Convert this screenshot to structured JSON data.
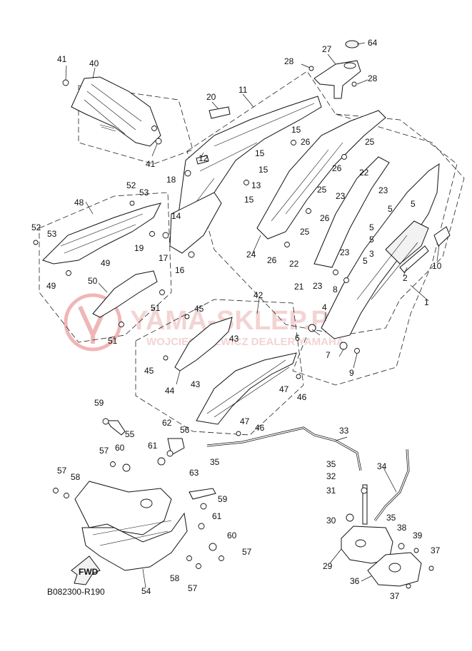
{
  "diagram_code": "B082300-R190",
  "direction_label": "FWD",
  "watermark": {
    "site": "YAMA-SKLEP.PL",
    "dealer": "WOJCIECH LEWICZ DEALER YAMAHA",
    "color": "#e06060"
  },
  "callouts": [
    {
      "id": "c1",
      "label": "1"
    },
    {
      "id": "c2",
      "label": "2"
    },
    {
      "id": "c3",
      "label": "3"
    },
    {
      "id": "c4",
      "label": "4"
    },
    {
      "id": "c5a",
      "label": "5"
    },
    {
      "id": "c5b",
      "label": "5"
    },
    {
      "id": "c5c",
      "label": "5"
    },
    {
      "id": "c5d",
      "label": "5"
    },
    {
      "id": "c5e",
      "label": "5"
    },
    {
      "id": "c6",
      "label": "6"
    },
    {
      "id": "c7",
      "label": "7"
    },
    {
      "id": "c8",
      "label": "8"
    },
    {
      "id": "c9",
      "label": "9"
    },
    {
      "id": "c10",
      "label": "10"
    },
    {
      "id": "c11",
      "label": "11"
    },
    {
      "id": "c12",
      "label": "12"
    },
    {
      "id": "c13",
      "label": "13"
    },
    {
      "id": "c14",
      "label": "14"
    },
    {
      "id": "c15a",
      "label": "15"
    },
    {
      "id": "c15b",
      "label": "15"
    },
    {
      "id": "c15c",
      "label": "15"
    },
    {
      "id": "c15d",
      "label": "15"
    },
    {
      "id": "c16",
      "label": "16"
    },
    {
      "id": "c17",
      "label": "17"
    },
    {
      "id": "c18",
      "label": "18"
    },
    {
      "id": "c19",
      "label": "19"
    },
    {
      "id": "c20",
      "label": "20"
    },
    {
      "id": "c21",
      "label": "21"
    },
    {
      "id": "c22a",
      "label": "22"
    },
    {
      "id": "c22b",
      "label": "22"
    },
    {
      "id": "c23a",
      "label": "23"
    },
    {
      "id": "c23b",
      "label": "23"
    },
    {
      "id": "c23c",
      "label": "23"
    },
    {
      "id": "c23d",
      "label": "23"
    },
    {
      "id": "c24",
      "label": "24"
    },
    {
      "id": "c25a",
      "label": "25"
    },
    {
      "id": "c25b",
      "label": "25"
    },
    {
      "id": "c25c",
      "label": "25"
    },
    {
      "id": "c26a",
      "label": "26"
    },
    {
      "id": "c26b",
      "label": "26"
    },
    {
      "id": "c26c",
      "label": "26"
    },
    {
      "id": "c26d",
      "label": "26"
    },
    {
      "id": "c27",
      "label": "27"
    },
    {
      "id": "c28a",
      "label": "28"
    },
    {
      "id": "c28b",
      "label": "28"
    },
    {
      "id": "c29",
      "label": "29"
    },
    {
      "id": "c30",
      "label": "30"
    },
    {
      "id": "c31",
      "label": "31"
    },
    {
      "id": "c32",
      "label": "32"
    },
    {
      "id": "c33",
      "label": "33"
    },
    {
      "id": "c34",
      "label": "34"
    },
    {
      "id": "c35a",
      "label": "35"
    },
    {
      "id": "c35b",
      "label": "35"
    },
    {
      "id": "c35c",
      "label": "35"
    },
    {
      "id": "c36",
      "label": "36"
    },
    {
      "id": "c37a",
      "label": "37"
    },
    {
      "id": "c37b",
      "label": "37"
    },
    {
      "id": "c38",
      "label": "38"
    },
    {
      "id": "c39",
      "label": "39"
    },
    {
      "id": "c40",
      "label": "40"
    },
    {
      "id": "c41a",
      "label": "41"
    },
    {
      "id": "c41b",
      "label": "41"
    },
    {
      "id": "c42",
      "label": "42"
    },
    {
      "id": "c43a",
      "label": "43"
    },
    {
      "id": "c43b",
      "label": "43"
    },
    {
      "id": "c44",
      "label": "44"
    },
    {
      "id": "c45a",
      "label": "45"
    },
    {
      "id": "c45b",
      "label": "45"
    },
    {
      "id": "c46a",
      "label": "46"
    },
    {
      "id": "c46b",
      "label": "46"
    },
    {
      "id": "c47a",
      "label": "47"
    },
    {
      "id": "c47b",
      "label": "47"
    },
    {
      "id": "c48",
      "label": "48"
    },
    {
      "id": "c49a",
      "label": "49"
    },
    {
      "id": "c49b",
      "label": "49"
    },
    {
      "id": "c50",
      "label": "50"
    },
    {
      "id": "c51a",
      "label": "51"
    },
    {
      "id": "c51b",
      "label": "51"
    },
    {
      "id": "c52a",
      "label": "52"
    },
    {
      "id": "c52b",
      "label": "52"
    },
    {
      "id": "c53a",
      "label": "53"
    },
    {
      "id": "c53b",
      "label": "53"
    },
    {
      "id": "c54",
      "label": "54"
    },
    {
      "id": "c55",
      "label": "55"
    },
    {
      "id": "c56",
      "label": "56"
    },
    {
      "id": "c57a",
      "label": "57"
    },
    {
      "id": "c57b",
      "label": "57"
    },
    {
      "id": "c57c",
      "label": "57"
    },
    {
      "id": "c57d",
      "label": "57"
    },
    {
      "id": "c58a",
      "label": "58"
    },
    {
      "id": "c58b",
      "label": "58"
    },
    {
      "id": "c59a",
      "label": "59"
    },
    {
      "id": "c59b",
      "label": "59"
    },
    {
      "id": "c60a",
      "label": "60"
    },
    {
      "id": "c60b",
      "label": "60"
    },
    {
      "id": "c61a",
      "label": "61"
    },
    {
      "id": "c61b",
      "label": "61"
    },
    {
      "id": "c62",
      "label": "62"
    },
    {
      "id": "c63",
      "label": "63"
    },
    {
      "id": "c64",
      "label": "64"
    }
  ]
}
